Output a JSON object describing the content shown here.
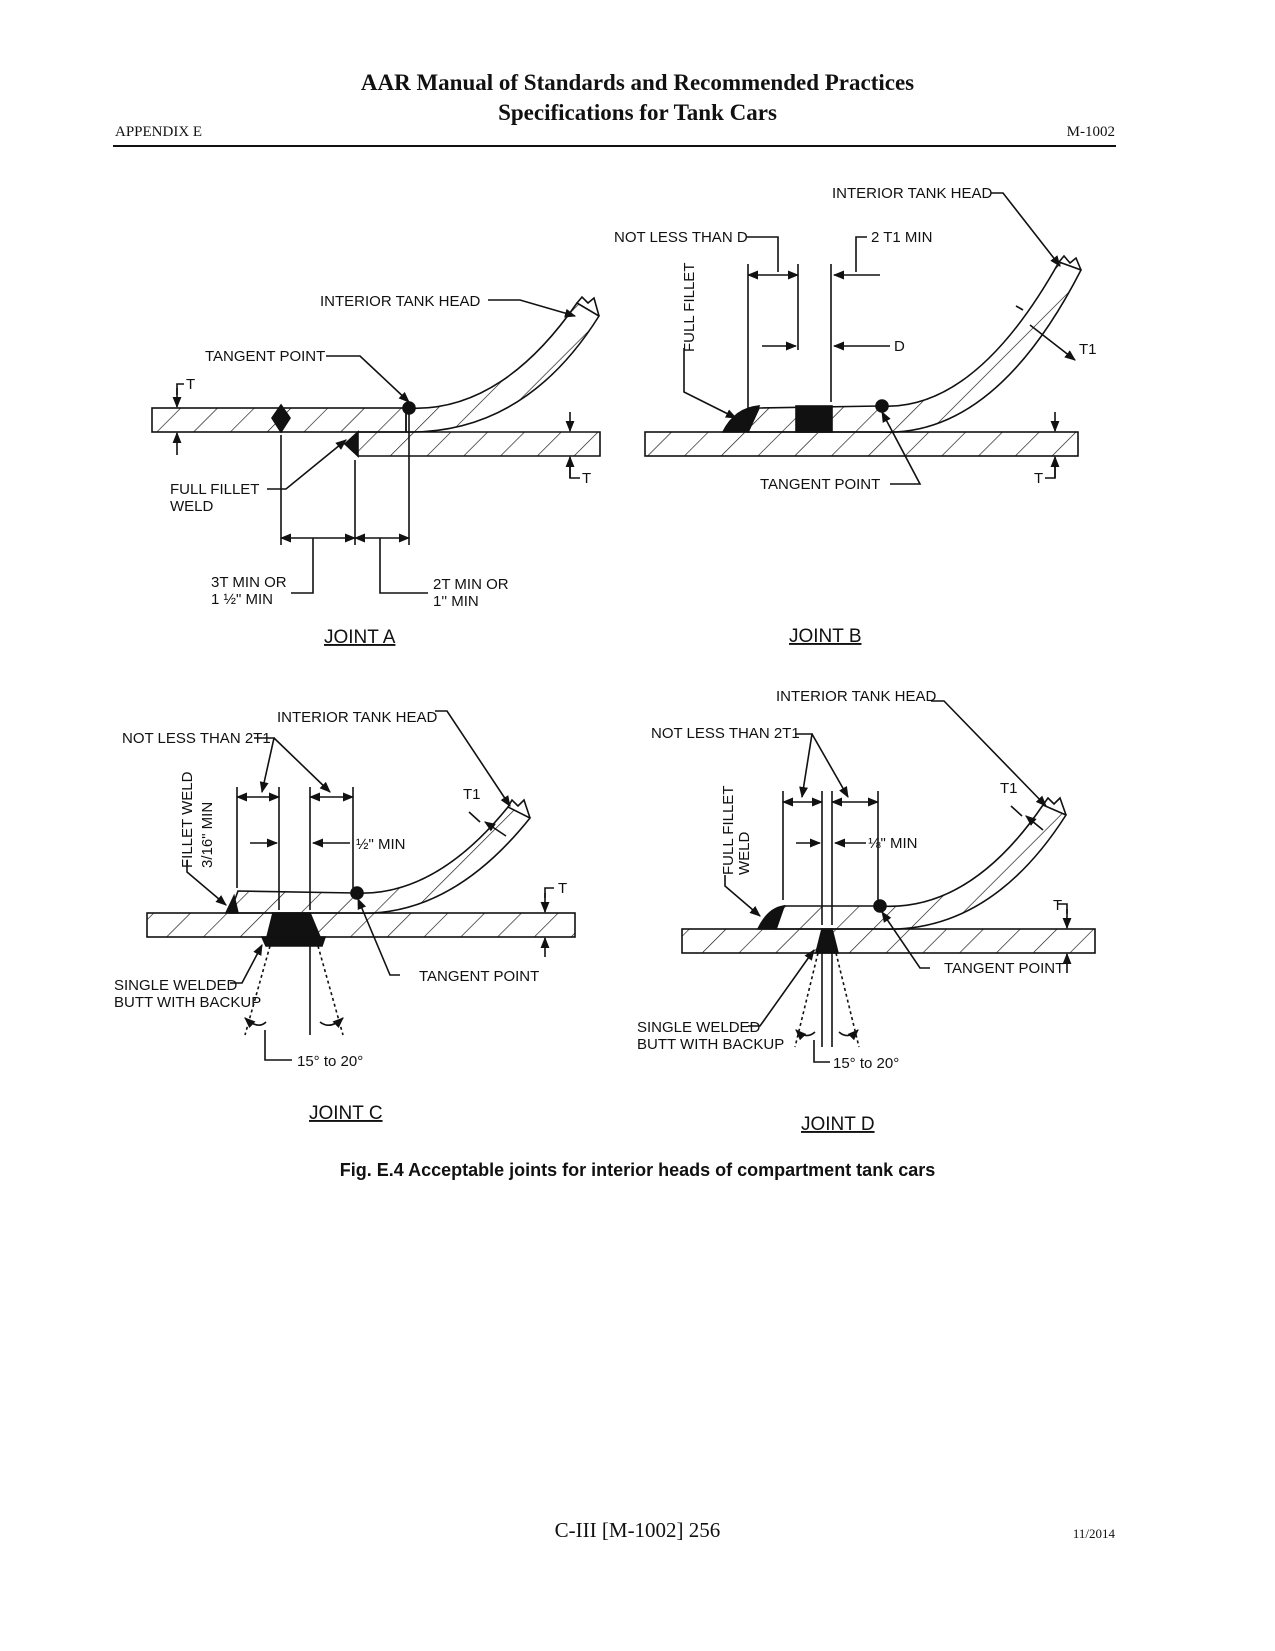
{
  "header": {
    "title_line1": "AAR Manual of Standards and Recommended Practices",
    "title_line2": "Specifications for Tank Cars",
    "left": "APPENDIX E",
    "right": "M-1002"
  },
  "figure": {
    "joint_a": {
      "title": "JOINT A",
      "interior_tank_head": "INTERIOR TANK HEAD",
      "tangent_point": "TANGENT POINT",
      "t": "T",
      "t2": "T",
      "fillet_line1": "FULL FILLET",
      "fillet_line2": "WELD",
      "dim_left_line1": "3T MIN OR",
      "dim_left_line2": "1 ½\" MIN",
      "dim_right_line1": "2T MIN OR",
      "dim_right_line2": "1'' MIN"
    },
    "joint_b": {
      "title": "JOINT B",
      "interior_tank_head": "INTERIOR TANK HEAD",
      "not_less_than": "NOT LESS THAN D",
      "two_t1_min": "2 T1 MIN",
      "full_fillet": "FULL FILLET",
      "d": "D",
      "t1": "T1",
      "t": "T",
      "tangent_point": "TANGENT POINT"
    },
    "joint_c": {
      "title": "JOINT C",
      "interior_tank_head": "INTERIOR TANK HEAD",
      "not_less_than": "NOT LESS THAN 2T1",
      "fillet_weld": "FILLET WELD",
      "fillet_min": "3/16\" MIN",
      "half_min": "½\" MIN",
      "t1": "T1",
      "t": "T",
      "tangent_point": "TANGENT POINT",
      "butt_line1": "SINGLE WELDED",
      "butt_line2": "BUTT WITH BACKUP",
      "angle": "15° to 20°"
    },
    "joint_d": {
      "title": "JOINT D",
      "interior_tank_head": "INTERIOR TANK HEAD",
      "not_less_than": "NOT LESS THAN 2T1",
      "fillet_line1": "FULL FILLET",
      "fillet_line2": "WELD",
      "eighth_min": "⅛\" MIN",
      "t1": "T1",
      "t": "T",
      "tangent_point": "TANGENT POINT",
      "butt_line1": "SINGLE WELDED",
      "butt_line2": "BUTT WITH BACKUP",
      "angle": "15° to 20°"
    }
  },
  "caption": "Fig. E.4  Acceptable joints for interior heads of compartment tank cars",
  "footer": {
    "page": "C-III [M-1002] 256",
    "date": "11/2014"
  }
}
